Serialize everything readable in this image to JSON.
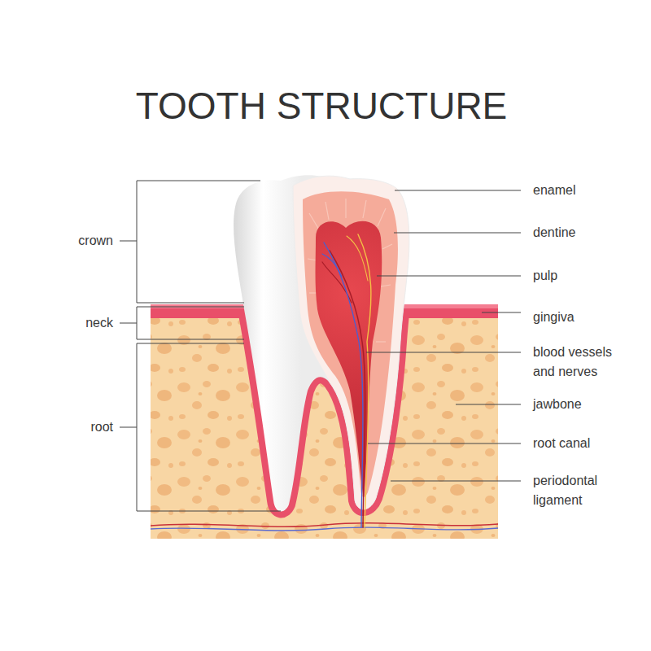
{
  "diagram": {
    "title": "TOOTH STRUCTURE",
    "labels": [
      "crown",
      "neck",
      "root",
      "enamel",
      "dentine",
      "pulp",
      "gingiva",
      "blood vessels and nerves",
      "jawbone",
      "root canal",
      "periodontal ligament"
    ]
  }
}
